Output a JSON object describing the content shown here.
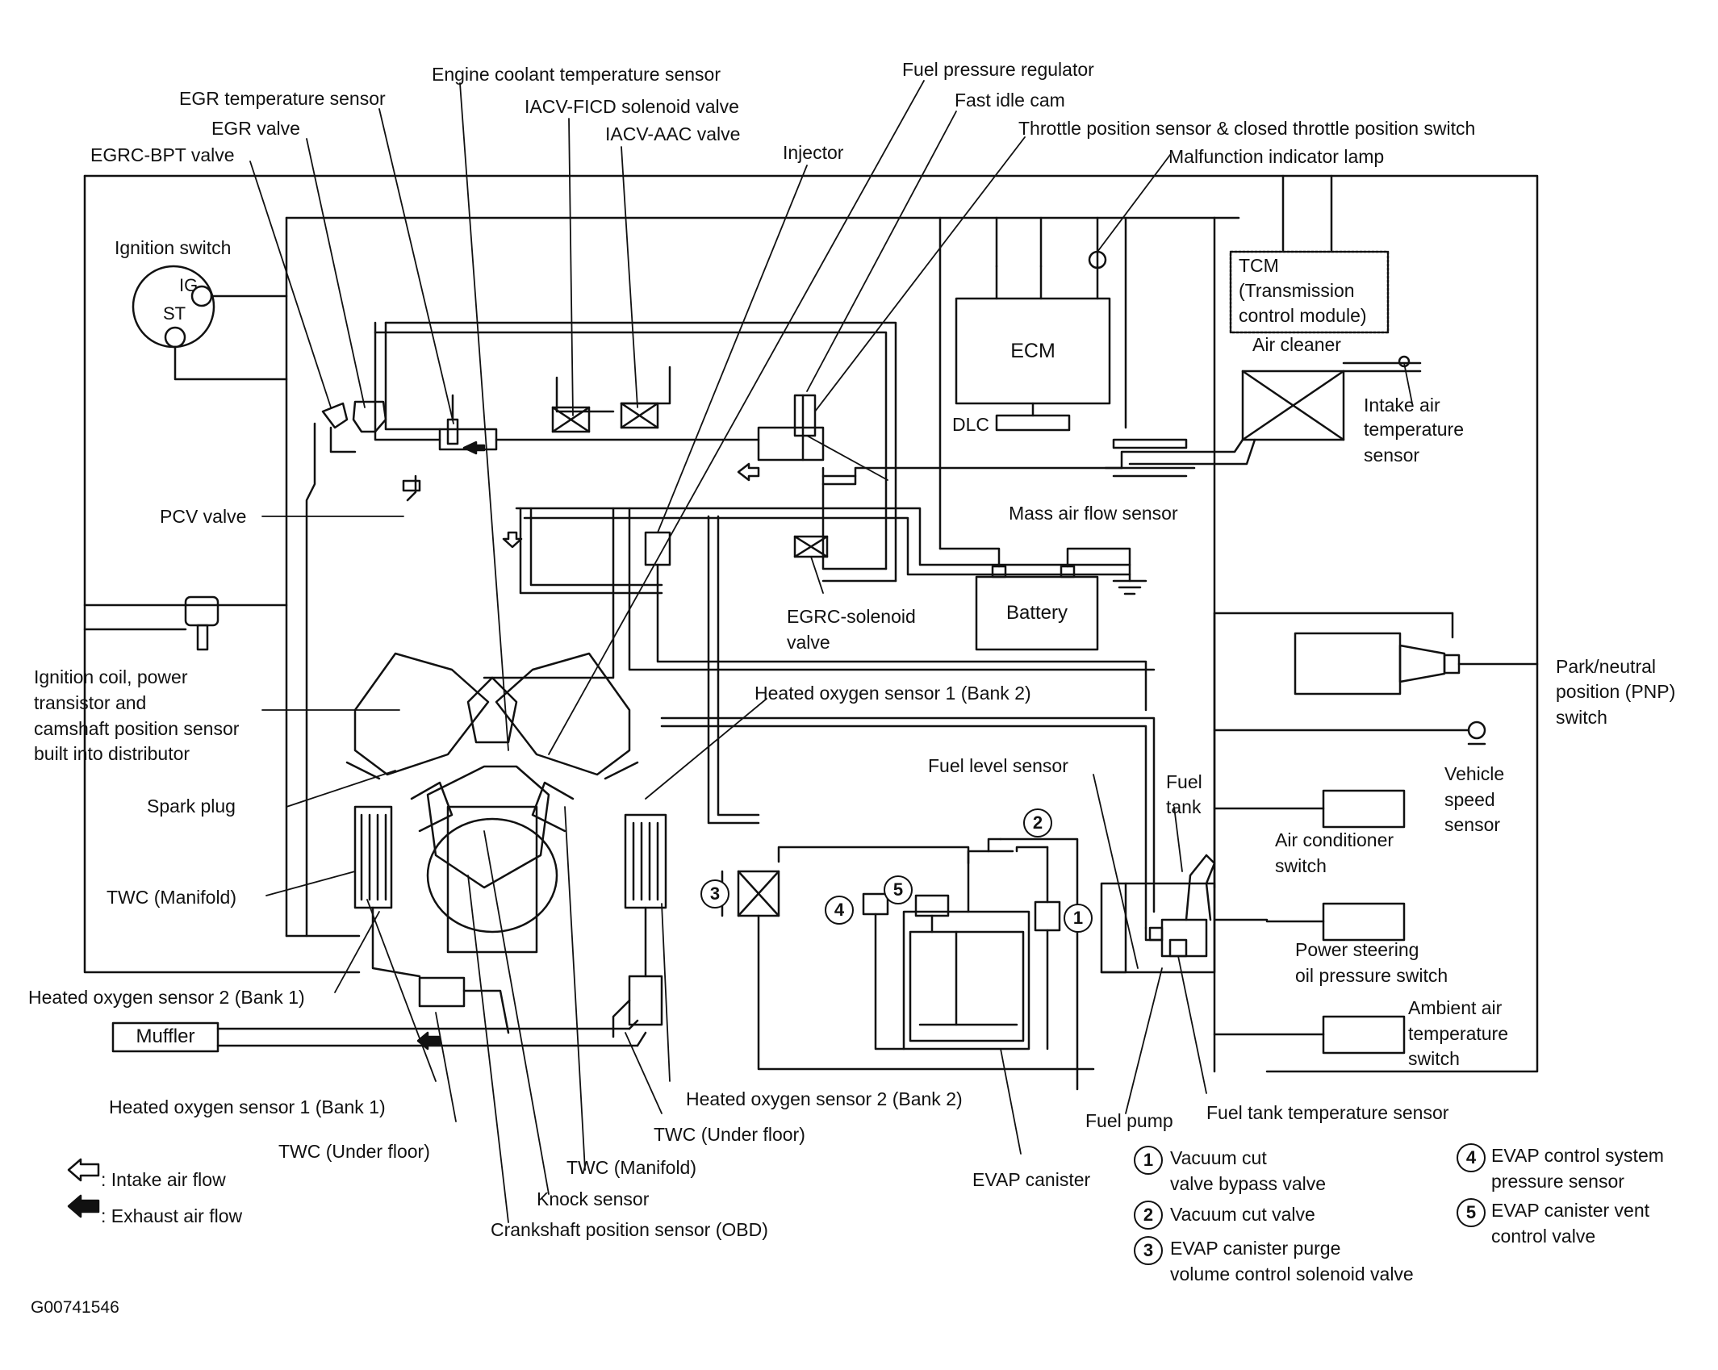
{
  "labels": {
    "engine_coolant": "Engine coolant temperature sensor",
    "fuel_pressure_regulator": "Fuel pressure regulator",
    "egr_temp_sensor": "EGR temperature sensor",
    "iacv_ficd": "IACV-FICD solenoid valve",
    "fast_idle_cam": "Fast idle cam",
    "egr_valve": "EGR valve",
    "iacv_aac": "IACV-AAC valve",
    "throttle_position": "Throttle position sensor & closed throttle position switch",
    "egrc_bpt": "EGRC-BPT valve",
    "injector": "Injector",
    "mil": "Malfunction indicator lamp",
    "ignition_switch": "Ignition switch",
    "ig": "IG",
    "st": "ST",
    "tcm_line1": "TCM",
    "tcm_line2": "(Transmission",
    "tcm_line3": "control module)",
    "ecm": "ECM",
    "dlc": "DLC",
    "air_cleaner": "Air cleaner",
    "intake_air_temp_1": "Intake air",
    "intake_air_temp_2": "temperature",
    "intake_air_temp_3": "sensor",
    "mass_air_flow": "Mass air flow sensor",
    "pcv_valve": "PCV valve",
    "battery": "Battery",
    "egrc_solenoid_1": "EGRC-solenoid",
    "egrc_solenoid_2": "valve",
    "ign_coil_1": "Ignition coil, power",
    "ign_coil_2": "transistor and",
    "ign_coil_3": "camshaft position sensor",
    "ign_coil_4": "built into distributor",
    "heated_o2_1_bank2": "Heated oxygen sensor 1 (Bank 2)",
    "pnp_1": "Park/neutral",
    "pnp_2": "position (PNP)",
    "pnp_3": "switch",
    "vss_1": "Vehicle",
    "vss_2": "speed",
    "vss_3": "sensor",
    "fuel_level": "Fuel level sensor",
    "fuel_tank_1": "Fuel",
    "fuel_tank_2": "tank",
    "spark_plug": "Spark plug",
    "ac_switch_1": "Air conditioner",
    "ac_switch_2": "switch",
    "twc_manifold_left": "TWC (Manifold)",
    "ps_switch_1": "Power steering",
    "ps_switch_2": "oil pressure switch",
    "heated_o2_2_bank1": "Heated oxygen sensor 2 (Bank 1)",
    "ambient_1": "Ambient air",
    "ambient_2": "temperature",
    "ambient_3": "switch",
    "muffler": "Muffler",
    "heated_o2_2_bank2": "Heated oxygen sensor 2 (Bank 2)",
    "fuel_tank_temp": "Fuel tank temperature sensor",
    "heated_o2_1_bank1": "Heated oxygen sensor 1 (Bank 1)",
    "fuel_pump": "Fuel pump",
    "twc_underfloor_right": "TWC (Under floor)",
    "twc_underfloor_left": "TWC (Under floor)",
    "twc_manifold_center": "TWC (Manifold)",
    "evap_canister": "EVAP canister",
    "knock_sensor": "Knock sensor",
    "crankshaft": "Crankshaft position sensor (OBD)",
    "figure_id": "G00741546"
  },
  "legend": {
    "intake": ": Intake air flow",
    "exhaust": ": Exhaust air flow"
  },
  "numbered": [
    {
      "n": "1",
      "l1": "Vacuum cut",
      "l2": "valve bypass valve"
    },
    {
      "n": "2",
      "l1": "Vacuum cut valve",
      "l2": ""
    },
    {
      "n": "3",
      "l1": "EVAP canister purge",
      "l2": "volume control solenoid valve"
    },
    {
      "n": "4",
      "l1": "EVAP control system",
      "l2": "pressure sensor"
    },
    {
      "n": "5",
      "l1": "EVAP canister vent",
      "l2": "control valve"
    }
  ],
  "callouts": {
    "c1": "1",
    "c2": "2",
    "c3": "3",
    "c4": "4",
    "c5": "5"
  }
}
